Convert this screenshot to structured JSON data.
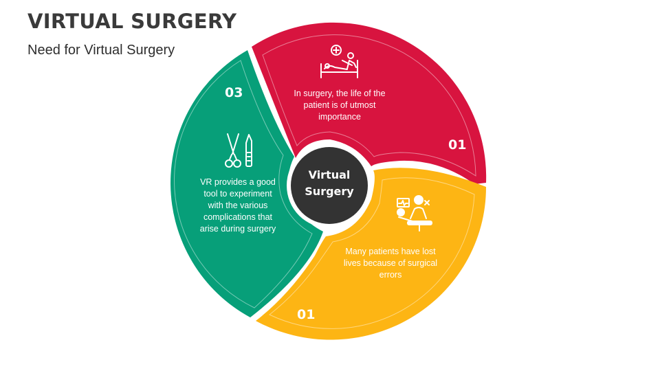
{
  "header": {
    "title": "VIRTUAL SURGERY",
    "subtitle": "Need for Virtual Surgery"
  },
  "center": {
    "label": "Virtual Surgery",
    "color": "#333333"
  },
  "segments": [
    {
      "number": "01",
      "text": "In surgery, the life of the patient is of utmost importance",
      "color": "#D8143F",
      "icon": "hospital-bed-patient-icon"
    },
    {
      "number": "01",
      "text": "Many patients have lost lives because of surgical errors",
      "color": "#FDB514",
      "icon": "surgeon-operating-patient-icon"
    },
    {
      "number": "03",
      "text": "VR provides a good tool to experiment with the various complications that arise during surgery",
      "color": "#079F79",
      "icon": "scissors-scalpel-icon"
    }
  ]
}
